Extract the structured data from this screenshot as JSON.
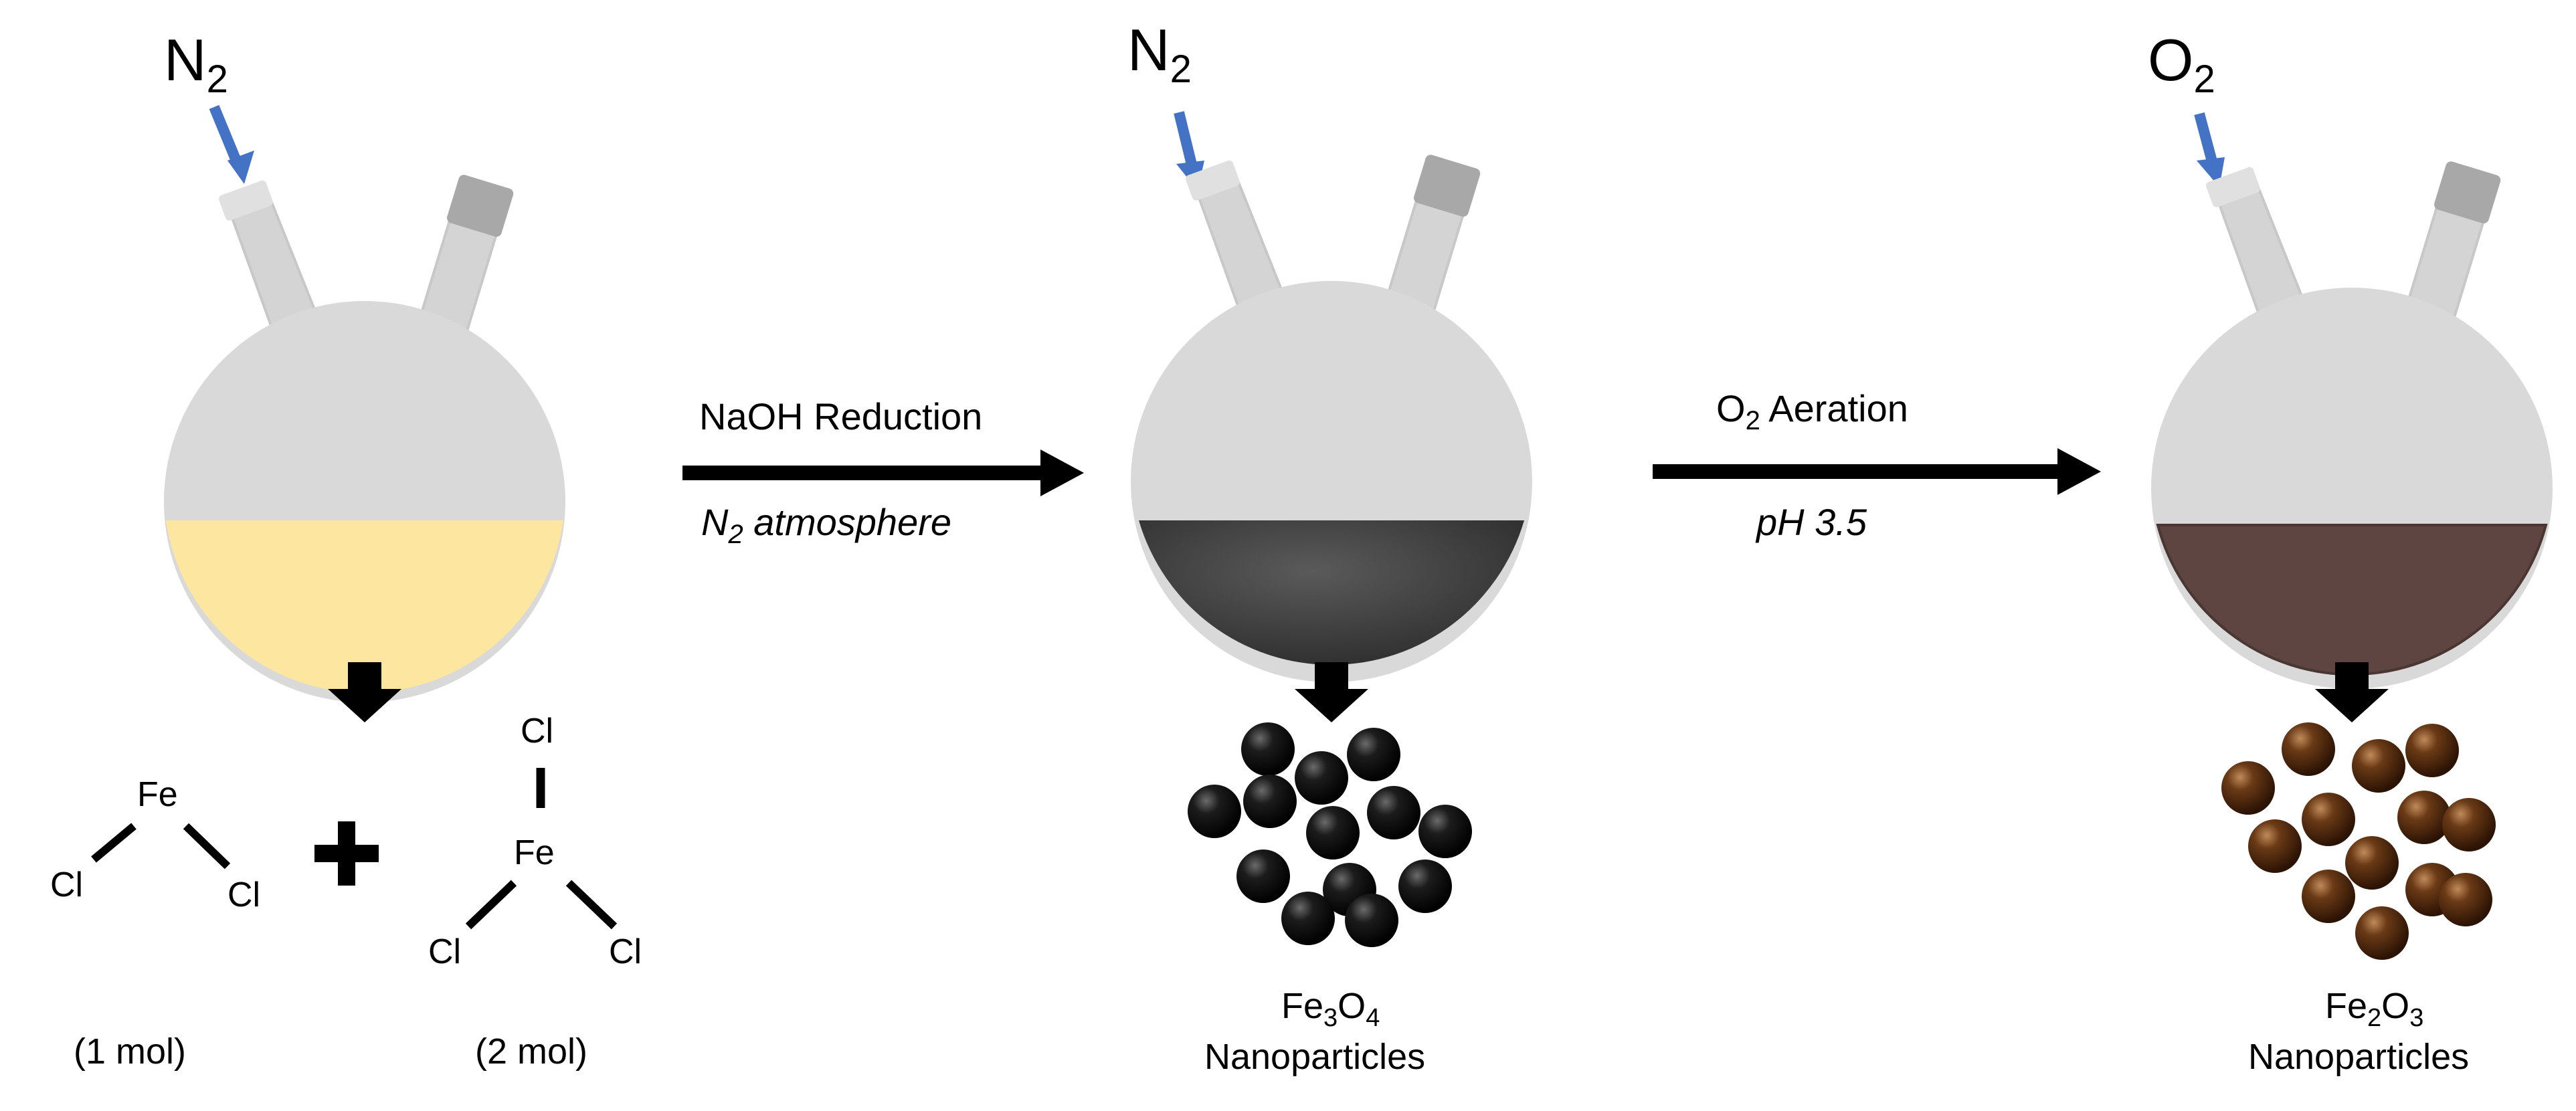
{
  "flasks": [
    {
      "id": "flask-1",
      "gas": {
        "base": "N",
        "sub": "2"
      },
      "liquid_color": "#fde6a0"
    },
    {
      "id": "flask-2",
      "gas": {
        "base": "N",
        "sub": "2"
      },
      "liquid_color": "#3a3a3a",
      "product": {
        "line1_parts": [
          "Fe",
          "3",
          "O",
          "4"
        ],
        "line2": "Nanoparticles"
      },
      "particle_color": "#1a1a1a"
    },
    {
      "id": "flask-3",
      "gas": {
        "base": "O",
        "sub": "2"
      },
      "liquid_color": "#5e4541",
      "product": {
        "line1_parts": [
          "Fe",
          "2",
          "O",
          "3"
        ],
        "line2": "Nanoparticles"
      },
      "particle_color": "#5a2e12"
    }
  ],
  "steps": [
    {
      "id": "step-1",
      "top": "NaOH Reduction",
      "bottom_base": "N",
      "bottom_sub": "2",
      "bottom_rest": " atmosphere"
    },
    {
      "id": "step-2",
      "top_base": "O",
      "top_sub": "2",
      "top_rest": " Aeration",
      "bottom": "pH 3.5"
    }
  ],
  "reactants": {
    "fecl2": {
      "metal": "Fe",
      "ligand": "Cl",
      "amount": "(1 mol)"
    },
    "fecl3": {
      "metal": "Fe",
      "ligand": "Cl",
      "amount": "(2 mol)"
    }
  },
  "colors": {
    "gas_arrow": "#4472c4",
    "flask_glass": "#d9d9d9",
    "arrow": "#000000"
  }
}
